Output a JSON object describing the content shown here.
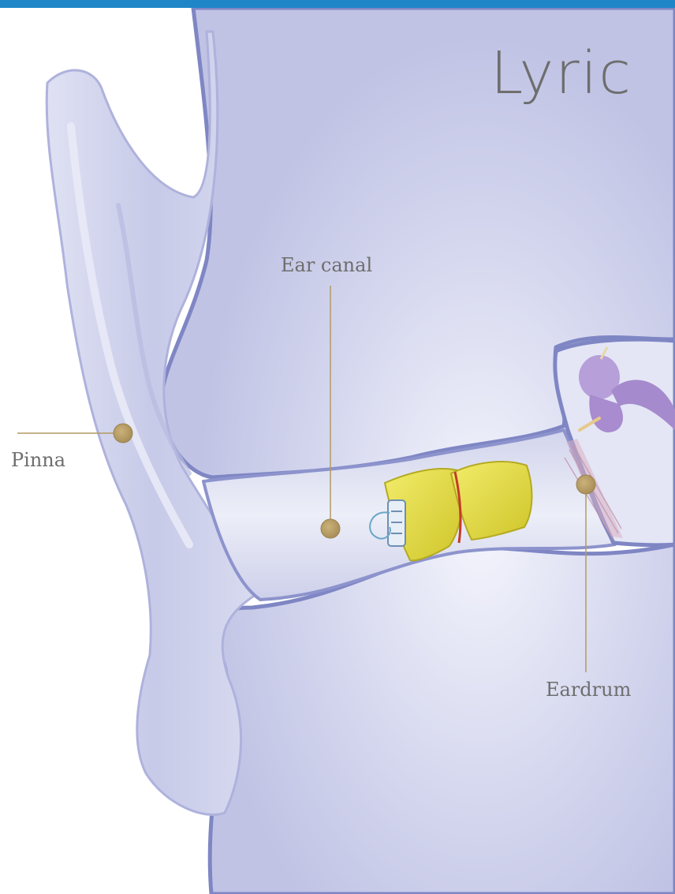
{
  "brand": {
    "name": "Lyric"
  },
  "labels": {
    "ear_canal": "Ear canal",
    "pinna": "Pinna",
    "eardrum": "Eardrum"
  },
  "colors": {
    "top_bar": "#1f87c8",
    "tissue": "#c3c6e6",
    "tissue_light": "#eef0fa",
    "outline": "#7f86c4",
    "callout": "#b49a62",
    "device": "#e2d93a",
    "ossicles": "#b29ad6",
    "text": "#6e6e6e"
  }
}
